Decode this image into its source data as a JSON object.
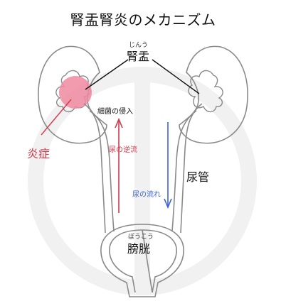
{
  "title": "腎盂腎炎のメカニズム",
  "labels": {
    "renal_pelvis": {
      "ruby": "じんう",
      "text": "腎盂"
    },
    "inflammation": "炎症",
    "bacterial_invasion": "細菌の侵入",
    "urine_backflow": "尿の逆流",
    "ureter": "尿管",
    "urine_flow": "尿の流れ",
    "bladder": {
      "ruby": "ぼうこう",
      "text": "膀胱"
    }
  },
  "colors": {
    "outline": "#8a8a8a",
    "watermark": "#f1f1f1",
    "inflammation": "#f08aa0",
    "backflow": "#d23a4b",
    "flow": "#3c63d8",
    "pointer": "#111111"
  }
}
